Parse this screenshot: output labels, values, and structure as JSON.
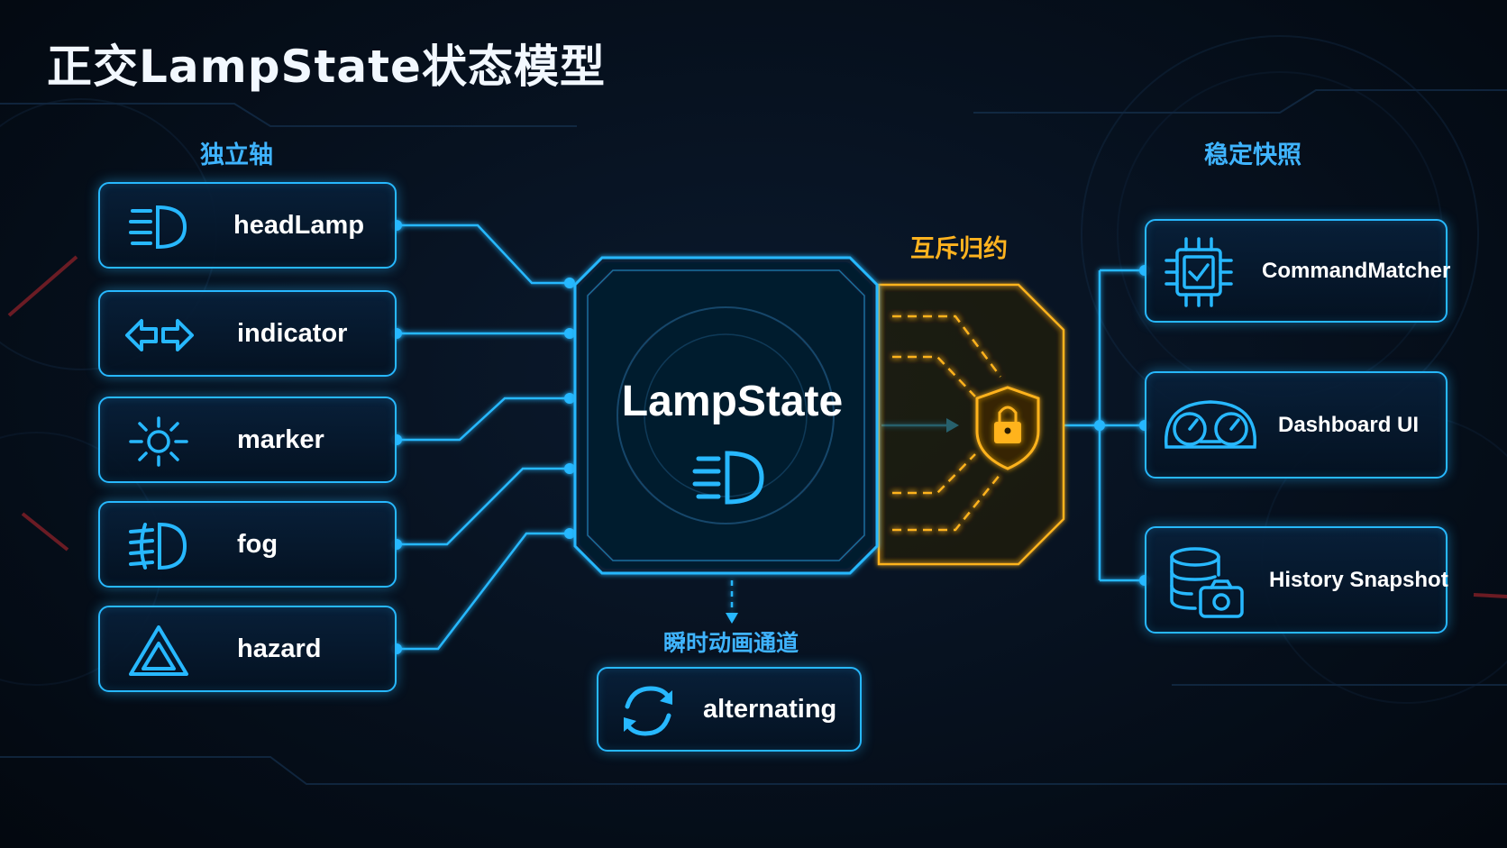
{
  "title": "正交LampState状态模型",
  "sections": {
    "independent_axes": "独立轴",
    "stable_snapshot": "稳定快照",
    "mutual_exclusion": "互斥归约",
    "transient_channel": "瞬时动画通道"
  },
  "axes": [
    {
      "label": "headLamp",
      "icon": "headlamp-icon"
    },
    {
      "label": "indicator",
      "icon": "indicator-arrows-icon"
    },
    {
      "label": "marker",
      "icon": "marker-light-icon"
    },
    {
      "label": "fog",
      "icon": "fog-light-icon"
    },
    {
      "label": "hazard",
      "icon": "hazard-triangle-icon"
    }
  ],
  "core": {
    "label": "LampState",
    "icon": "headlamp-icon"
  },
  "reducer": {
    "icon": "shield-lock-icon"
  },
  "consumers": [
    {
      "label": "CommandMatcher",
      "icon": "chip-check-icon"
    },
    {
      "label": "Dashboard UI",
      "icon": "gauge-cluster-icon"
    },
    {
      "label": "History Snapshot",
      "icon": "database-camera-icon"
    }
  ],
  "transient": {
    "label": "alternating",
    "icon": "refresh-cycle-icon"
  },
  "colors": {
    "accent_blue": "#27b8ff",
    "accent_orange": "#ffb31f",
    "background": "#06101d",
    "text": "#ffffff"
  }
}
